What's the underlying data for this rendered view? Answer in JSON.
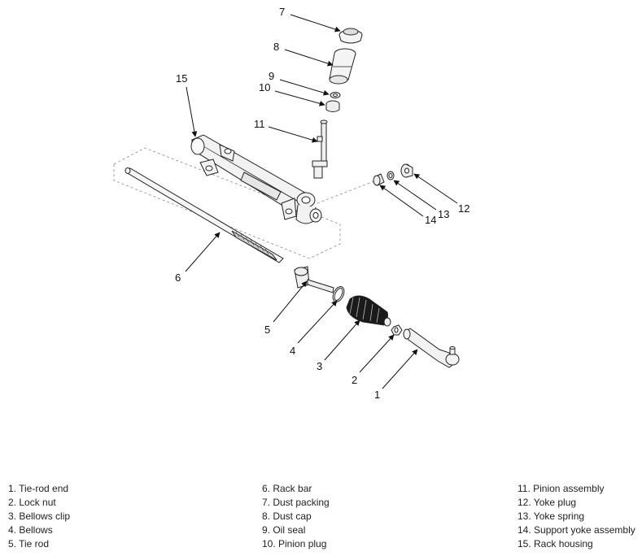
{
  "callouts": [
    "1",
    "2",
    "3",
    "4",
    "5",
    "6",
    "7",
    "8",
    "9",
    "10",
    "11",
    "12",
    "13",
    "14",
    "15"
  ],
  "legend": {
    "col1": [
      "1. Tie-rod end",
      "2. Lock nut",
      "3. Bellows clip",
      "4. Bellows",
      "5. Tie rod"
    ],
    "col2": [
      "6. Rack bar",
      "7. Dust packing",
      "8. Dust cap",
      "9. Oil seal",
      "10. Pinion plug"
    ],
    "col3": [
      "11. Pinion assembly",
      "12. Yoke plug",
      "13. Yoke spring",
      "14. Support yoke assembly",
      "15. Rack housing"
    ]
  }
}
